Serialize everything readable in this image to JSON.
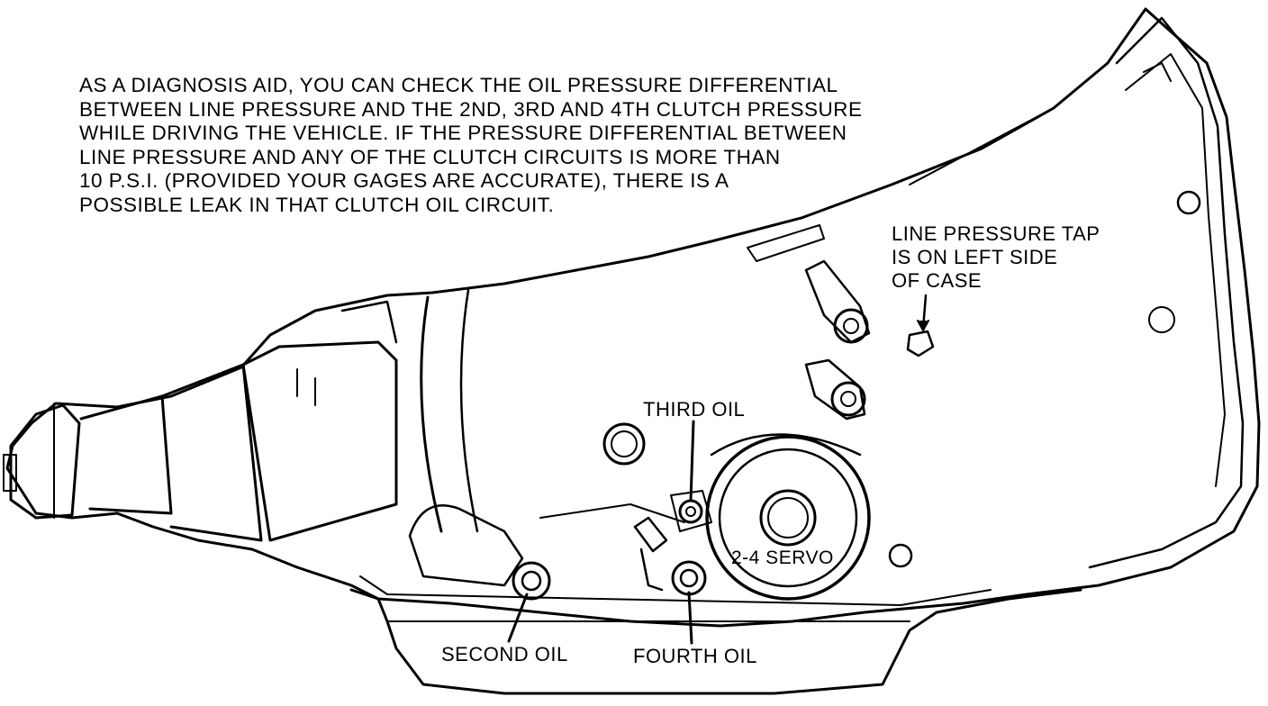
{
  "note": {
    "lines": [
      "AS A DIAGNOSIS AID, YOU CAN CHECK THE OIL PRESSURE DIFFERENTIAL",
      "BETWEEN LINE PRESSURE AND THE 2ND, 3RD AND 4TH CLUTCH PRESSURE",
      "WHILE DRIVING THE VEHICLE.  IF THE PRESSURE DIFFERENTIAL BETWEEN",
      "LINE PRESSURE AND ANY OF THE CLUTCH CIRCUITS IS MORE THAN",
      "10 P.S.I. (PROVIDED YOUR GAGES ARE ACCURATE), THERE IS A",
      "POSSIBLE LEAK IN THAT CLUTCH OIL CIRCUIT."
    ]
  },
  "callouts": {
    "line_pressure_tap": [
      "LINE PRESSURE TAP",
      "IS ON LEFT SIDE",
      "OF CASE"
    ],
    "third_oil": "THIRD OIL",
    "servo": "2-4 SERVO",
    "second_oil": "SECOND OIL",
    "fourth_oil": "FOURTH OIL"
  }
}
